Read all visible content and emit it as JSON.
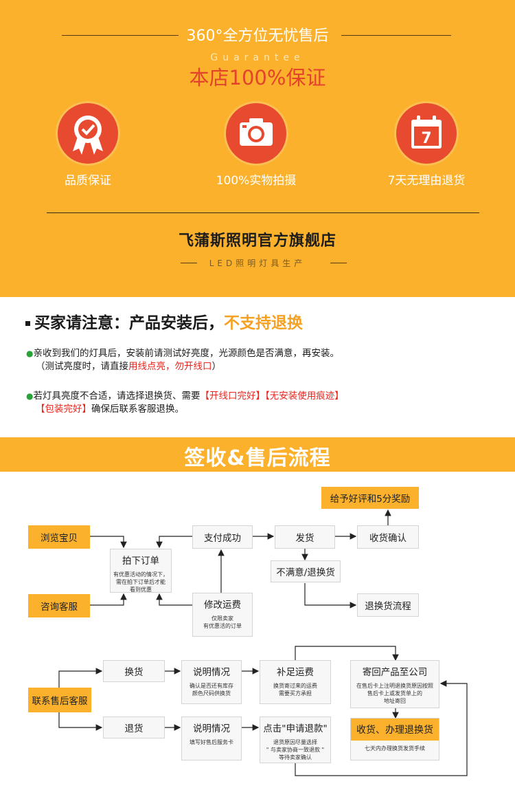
{
  "header": {
    "title": "360°全方位无忧售后",
    "subtitle": "Guarantee",
    "headline": "本店100%保证",
    "badges": [
      {
        "icon": "rosette-check-icon",
        "label": "品质保证"
      },
      {
        "icon": "camera-icon",
        "label": "100%实物拍摄"
      },
      {
        "icon": "calendar-7-icon",
        "label": "7天无理由退货"
      }
    ],
    "calendar_number": "7",
    "store_name": "飞蒲斯照明官方旗舰店",
    "store_tagline": "LED照明灯具生产"
  },
  "notice": {
    "title_main": "买家请注意：产品安装后，",
    "title_highlight": "不支持退换",
    "p1_line1": "亲收到我们的灯具后，安装前请测试好亮度，光源颜色是否满意，再安装。",
    "p1_line2_a": "（测试亮度时，请直接",
    "p1_line2_red": "用线点亮，勿开线口",
    "p1_line2_b": "）",
    "p2_line1_a": "若灯具亮度不合适，请选择退换货、需要",
    "p2_line1_red1": "【开线口完好】",
    "p2_line1_red2": "【无安装使用痕迹】",
    "p2_line2_red": "【包装完好】",
    "p2_line2_b": "确保后联系客服退换。"
  },
  "flow": {
    "title": "签收&售后流程",
    "browse": "浏览宝贝",
    "consult": "咨询客服",
    "order": "拍下订单",
    "order_note": [
      "有优惠活动的情况下，",
      "需在拍下订单后才能",
      "看到优惠"
    ],
    "pay": "支付成功",
    "modify": "修改运费",
    "modify_note": [
      "仅限卖家",
      "有优惠活的订单"
    ],
    "ship": "发货",
    "receive": "收货确认",
    "reward": "给予好评和5分奖励",
    "unhappy": "不满意/退换货",
    "return_flow": "退换货流程",
    "contact": "联系售后客服",
    "exchange": "换货",
    "explain1": "说明情况",
    "explain1_note": [
      "确认是否还有库存",
      "颜色尺码供换货"
    ],
    "topup": "补足运费",
    "topup_note": [
      "换货寄过来的运费",
      "需要买方承担"
    ],
    "sendback": "寄回产品至公司",
    "sendback_note": [
      "在售后卡上注明退换货原因按照",
      "售后卡上或发货单上的",
      "地址寄回"
    ],
    "refund": "退货",
    "explain2": "说明情况",
    "explain2_note": [
      "填写好售后服务卡"
    ],
    "apply": "点击\"申请退款\"",
    "apply_note": [
      "退货原因尽量选择",
      "\" 与卖家协商一致退款 \"",
      "等待卖家确认"
    ],
    "process": "收货、办理退换货",
    "process_note": [
      "七天内办理换货发货手续"
    ]
  },
  "colors": {
    "orange": "#fbb12c",
    "red": "#e84a30",
    "highlight": "#f5a123",
    "alert": "#e8241c"
  }
}
